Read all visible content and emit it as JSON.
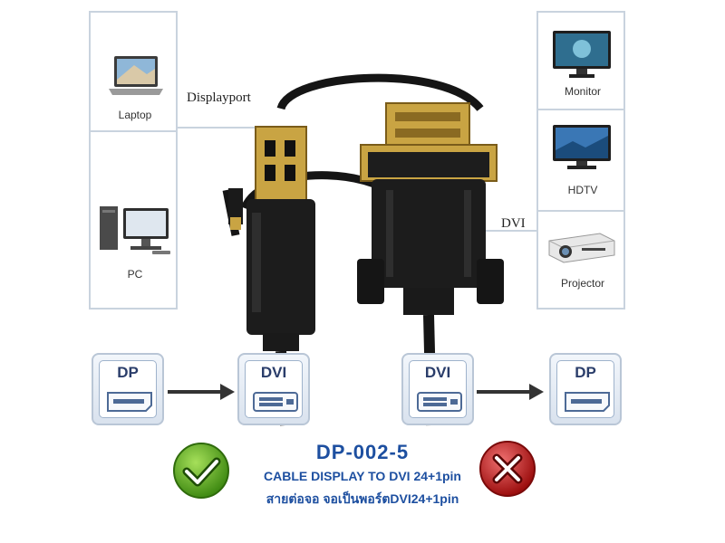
{
  "devices": {
    "laptop": "Laptop",
    "pc": "PC",
    "monitor": "Monitor",
    "hdtv": "HDTV",
    "projector": "Projector"
  },
  "connectors": {
    "left": "Displayport",
    "right": "DVI"
  },
  "ports": {
    "p1": "DP",
    "p2": "DVI",
    "p3": "DVI",
    "p4": "DP"
  },
  "product": {
    "model": "DP-002-5",
    "title": "CABLE DISPLAY TO DVI 24+1pin",
    "subtitle": "สายต่อจอ จอเป็นพอร์ตDVI24+1pin"
  },
  "icons": {
    "ok": "check-icon",
    "no": "cross-icon"
  }
}
